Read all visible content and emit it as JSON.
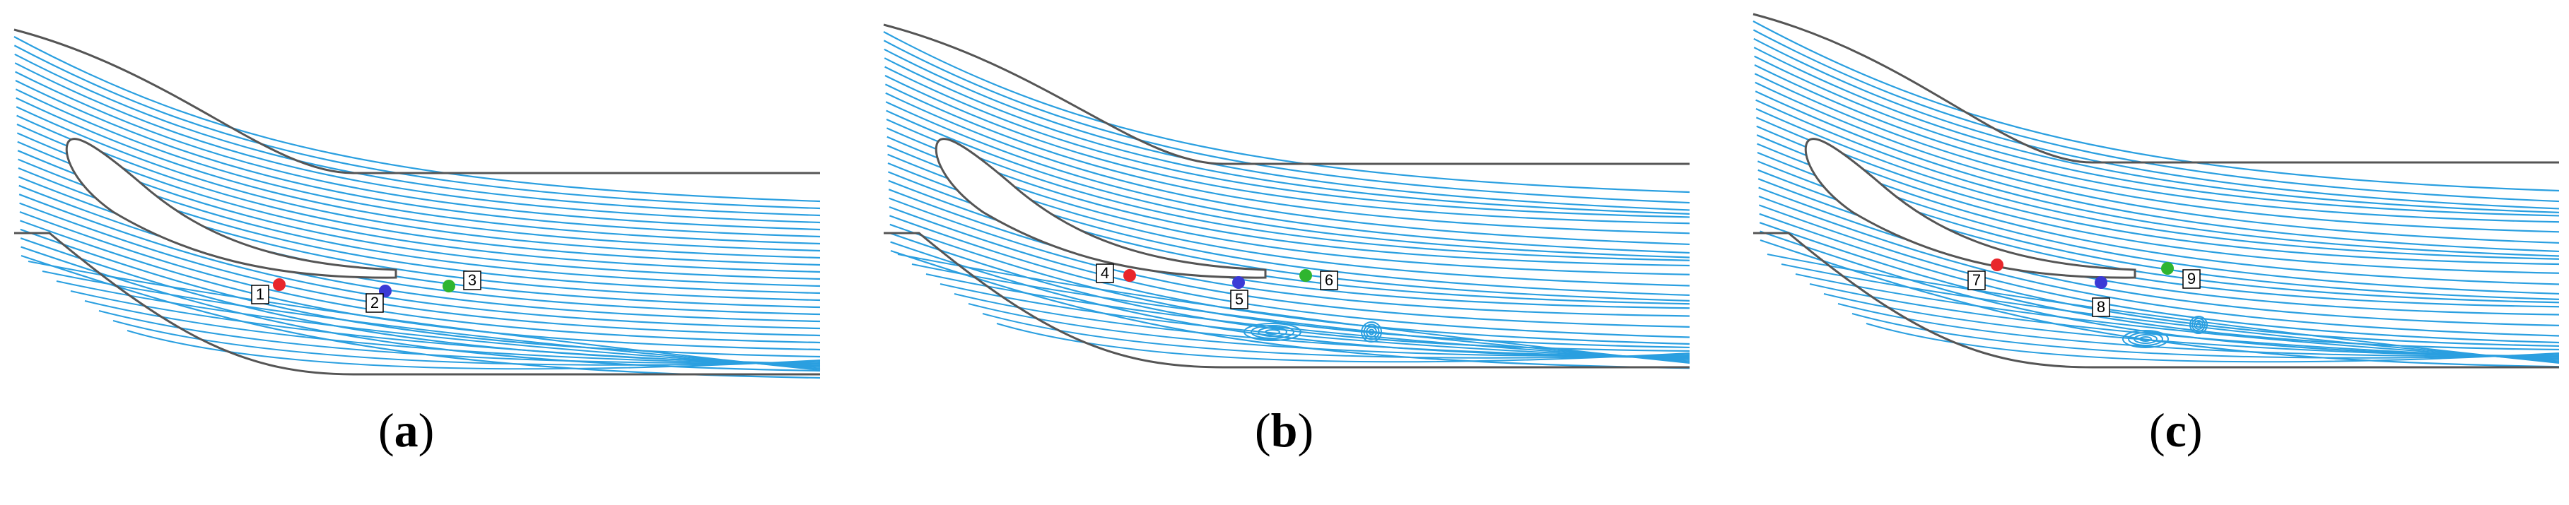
{
  "colors": {
    "streamline": "#2a9fe0",
    "wall": "#555555",
    "probe_red": "#e8262b",
    "probe_blue": "#3a3ad6",
    "probe_green": "#2fb52f"
  },
  "panels": [
    {
      "id": "a",
      "caption_letter": "a",
      "probe_labels": [
        "1",
        "2",
        "3"
      ]
    },
    {
      "id": "b",
      "caption_letter": "b",
      "probe_labels": [
        "4",
        "5",
        "6"
      ]
    },
    {
      "id": "c",
      "caption_letter": "c",
      "probe_labels": [
        "7",
        "8",
        "9"
      ]
    }
  ]
}
